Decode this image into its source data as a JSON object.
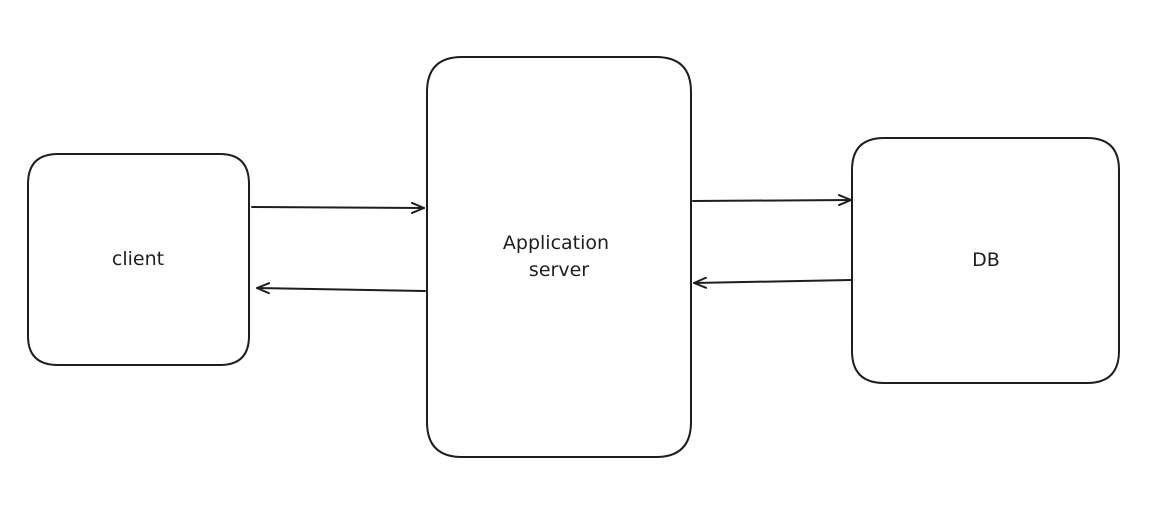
{
  "diagram": {
    "nodes": [
      {
        "id": "client",
        "label_lines": [
          "client"
        ]
      },
      {
        "id": "app-server",
        "label_lines": [
          "Application",
          "server"
        ]
      },
      {
        "id": "db",
        "label_lines": [
          "DB"
        ]
      }
    ],
    "edges": [
      {
        "from": "client",
        "to": "app-server"
      },
      {
        "from": "app-server",
        "to": "client"
      },
      {
        "from": "app-server",
        "to": "db"
      },
      {
        "from": "db",
        "to": "app-server"
      }
    ],
    "colors": {
      "stroke": "#1e1e1e",
      "background": "#ffffff"
    }
  }
}
